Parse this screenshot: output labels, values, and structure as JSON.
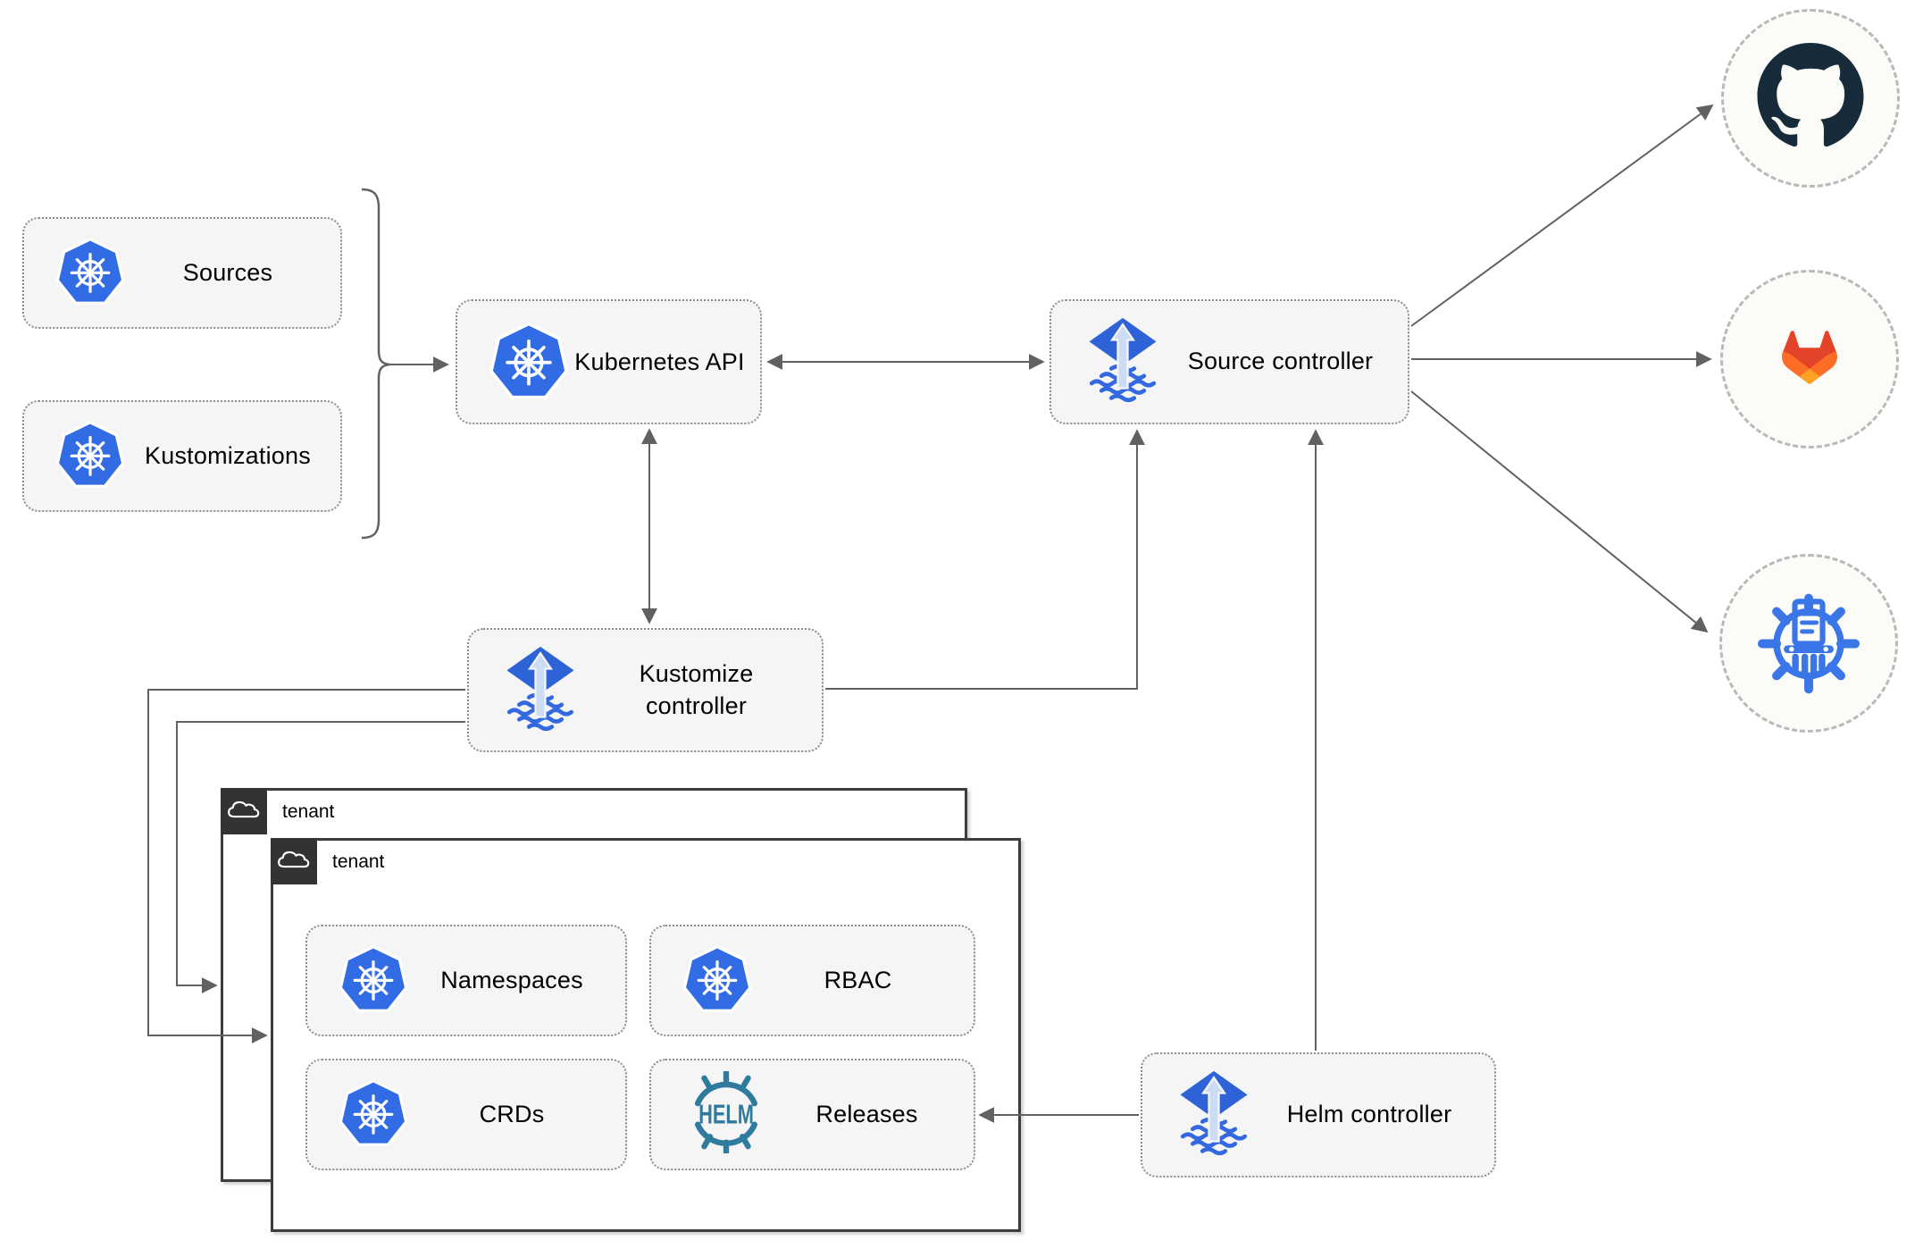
{
  "nodes": {
    "sources": "Sources",
    "kustomizations": "Kustomizations",
    "kubernetes_api": "Kubernetes API",
    "source_controller": "Source controller",
    "kustomize_controller": "Kustomize controller",
    "helm_controller": "Helm controller",
    "tenant_back": "tenant",
    "tenant_front": "tenant",
    "namespaces": "Namespaces",
    "rbac": "RBAC",
    "crds": "CRDs",
    "releases": "Releases"
  },
  "logos": {
    "helm_wordmark": "HELM"
  },
  "icons": {
    "kubernetes": "blue-heptagon-ship-wheel",
    "flux": "blue-diamond-up-arrow-over-wave-diamond",
    "helm": "teal-ship-wheel-with-HELM-wordmark",
    "github": "dark-octocat-in-circle",
    "gitlab": "orange-tanuki-fox",
    "bucket": "blue-wheel-document-columns",
    "cloud": "white-outline-cloud-on-dark-tab"
  },
  "edges": [
    {
      "from": "sources / kustomizations (bracket)",
      "to": "kubernetes_api",
      "style": "arrow"
    },
    {
      "from": "kubernetes_api",
      "to": "source_controller",
      "style": "double-arrow"
    },
    {
      "from": "kubernetes_api",
      "to": "kustomize_controller",
      "style": "double-arrow"
    },
    {
      "from": "kustomize_controller",
      "to": "source_controller",
      "style": "arrow"
    },
    {
      "from": "kustomize_controller",
      "to": "tenant_front",
      "style": "arrow"
    },
    {
      "from": "kustomize_controller",
      "to": "tenant_back",
      "style": "arrow"
    },
    {
      "from": "helm_controller",
      "to": "source_controller",
      "style": "arrow"
    },
    {
      "from": "helm_controller",
      "to": "releases",
      "style": "arrow"
    },
    {
      "from": "source_controller",
      "to": "github",
      "style": "arrow"
    },
    {
      "from": "source_controller",
      "to": "gitlab",
      "style": "arrow"
    },
    {
      "from": "source_controller",
      "to": "bucket",
      "style": "arrow"
    }
  ],
  "colors": {
    "k8s_blue": "#326ce5",
    "flux_blue": "#2e63d8",
    "flux_waves": "#3368e0",
    "flux_arrow_light": "#ccdcf5",
    "helm_teal": "#2e7b9e",
    "github_dark": "#182b3a",
    "gitlab_red": "#e24329",
    "gitlab_orange": "#fc6d26",
    "gitlab_amber": "#fca326",
    "bucket_blue": "#3b76e8",
    "line_gray": "#616161",
    "node_fill": "#f5f5f5",
    "node_border": "#8c8c8c",
    "tenant_border": "#3d3d3d",
    "tenant_tab_bg": "#333333",
    "circle_fill": "#fbfbf8",
    "circle_border": "#b9b9b9"
  }
}
